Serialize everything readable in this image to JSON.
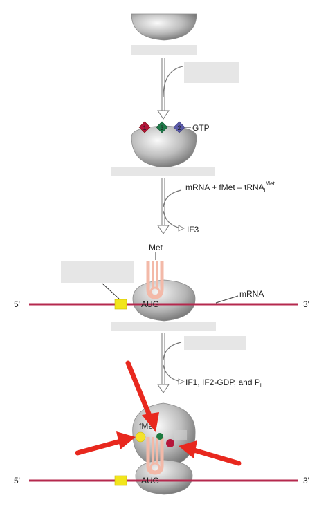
{
  "labels": {
    "gtp": "GTP",
    "factor_1": "1",
    "factor_3": "3",
    "factor_2": "2",
    "mrna_fmet_prefix": "mRNA + fMet – tRNA",
    "mrna_fmet_sub": "i",
    "mrna_fmet_sup": "Met",
    "if3": "IF3",
    "met": "Met",
    "mrna": "mRNA",
    "five_prime_top": "5'",
    "three_prime_top": "3'",
    "aug_top": "AUG",
    "release_prefix": "IF1, IF2-GDP, and P",
    "release_sub": "i",
    "fmet": "fMet",
    "five_prime_bottom": "5'",
    "three_prime_bottom": "3'",
    "aug_bottom": "AUG"
  },
  "colors": {
    "mrna_line": "#b5294e",
    "factor_1": "#b3163a",
    "factor_3": "#1f7a4a",
    "factor_2": "#5a5aa8",
    "shine_dalgarno": "#f2e51c",
    "trna": "#f3b9a8",
    "arrow": "#e8281e",
    "dot_yellow": "#f4e22a",
    "dot_green": "#1d7a3f",
    "dot_red": "#b5163a",
    "label_box": "#e6e6e6"
  },
  "icons": [
    "ribbon-subunit",
    "initiation-factor-diamond",
    "trna-hairpin",
    "red-pointer-arrow"
  ]
}
